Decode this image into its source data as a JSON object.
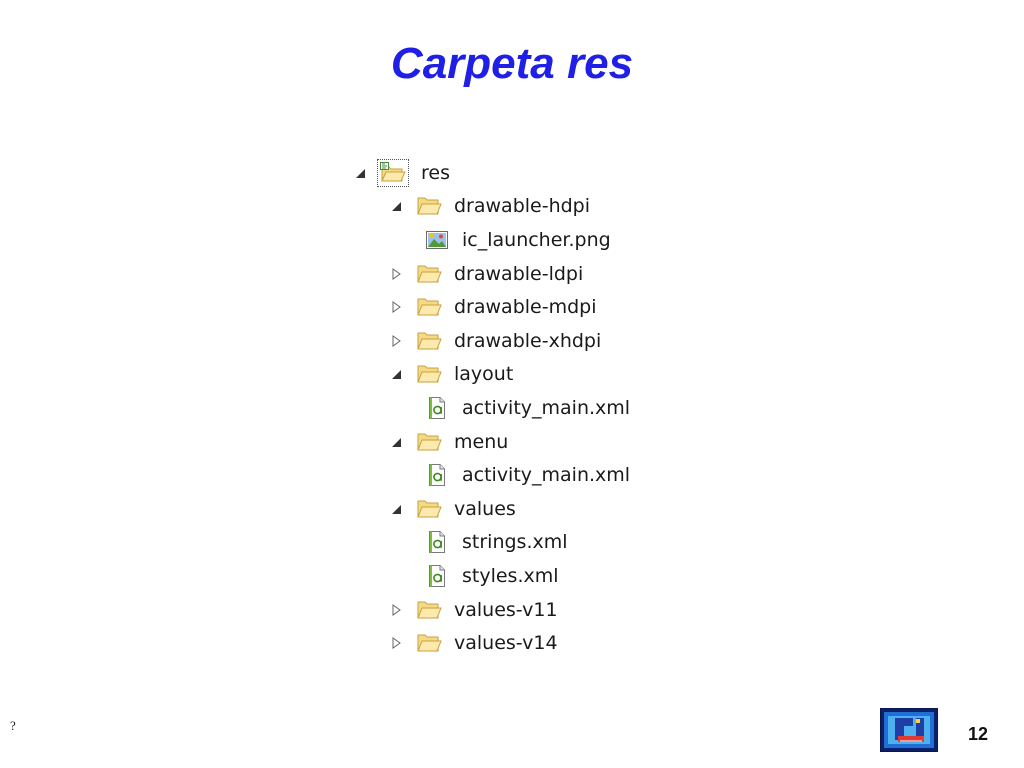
{
  "slide": {
    "title": "Carpeta res",
    "page_number": "12",
    "footer_mark": "?"
  },
  "colors": {
    "title": "#1f1fe6",
    "folder_fill": "#f5d985",
    "folder_stroke": "#c9a23c"
  },
  "tree": {
    "items": [
      {
        "label": "res",
        "icon": "res-folder-icon",
        "state": "expanded"
      },
      {
        "label": "drawable-hdpi",
        "icon": "folder-icon",
        "state": "expanded"
      },
      {
        "label": "ic_launcher.png",
        "icon": "image-file-icon",
        "state": "leaf"
      },
      {
        "label": "drawable-ldpi",
        "icon": "folder-icon",
        "state": "collapsed"
      },
      {
        "label": "drawable-mdpi",
        "icon": "folder-icon",
        "state": "collapsed"
      },
      {
        "label": "drawable-xhdpi",
        "icon": "folder-icon",
        "state": "collapsed"
      },
      {
        "label": "layout",
        "icon": "folder-icon",
        "state": "expanded"
      },
      {
        "label": "activity_main.xml",
        "icon": "android-xml-icon",
        "state": "leaf"
      },
      {
        "label": "menu",
        "icon": "folder-icon",
        "state": "expanded"
      },
      {
        "label": "activity_main.xml",
        "icon": "android-xml-icon",
        "state": "leaf"
      },
      {
        "label": "values",
        "icon": "folder-icon",
        "state": "expanded"
      },
      {
        "label": "strings.xml",
        "icon": "android-xml-icon",
        "state": "leaf"
      },
      {
        "label": "styles.xml",
        "icon": "android-xml-icon",
        "state": "leaf"
      },
      {
        "label": "values-v11",
        "icon": "folder-icon",
        "state": "collapsed"
      },
      {
        "label": "values-v14",
        "icon": "folder-icon",
        "state": "collapsed"
      }
    ]
  }
}
